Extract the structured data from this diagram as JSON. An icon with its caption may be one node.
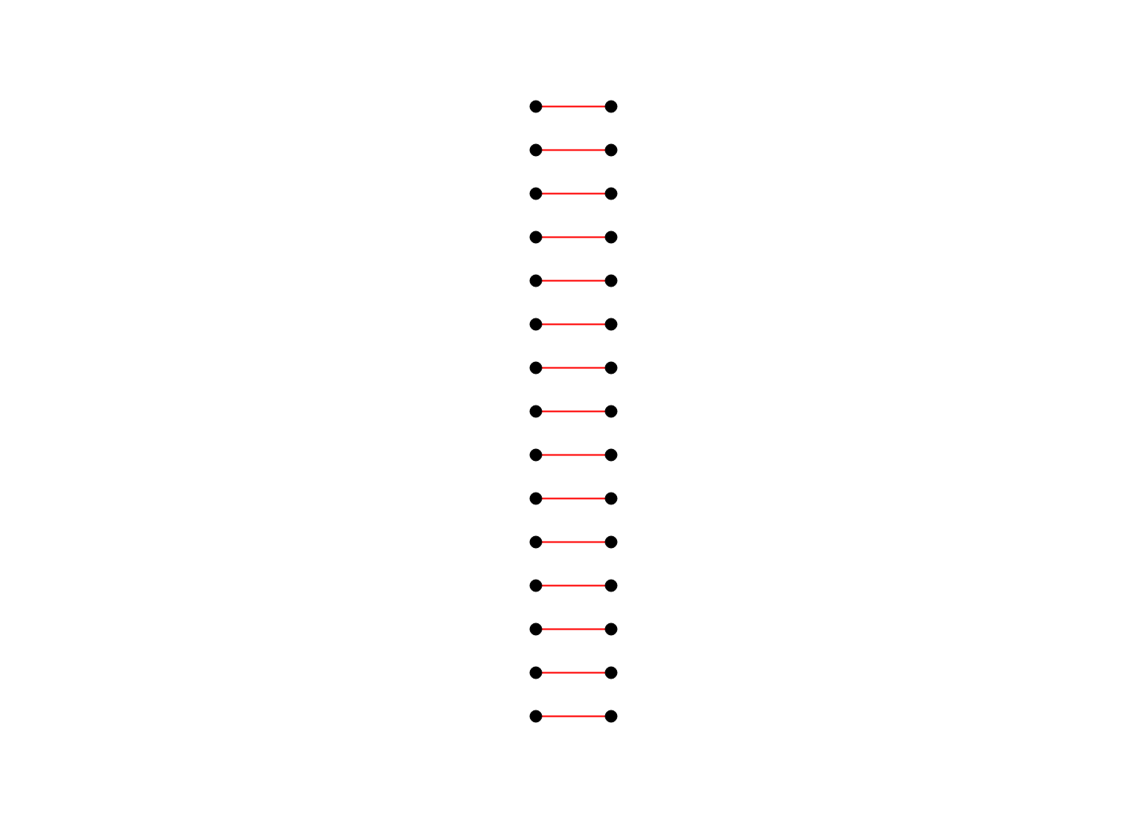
{
  "diagram": {
    "nodes": [
      {
        "text": [],
        "shape": "circle"
      },
      {
        "text": [],
        "shape": "circle"
      },
      {
        "text": [],
        "shape": "circle"
      },
      {
        "text": [],
        "shape": "circle"
      },
      {
        "text": [],
        "shape": "circle"
      },
      {
        "text": [],
        "shape": "circle"
      },
      {
        "text": [],
        "shape": "circle"
      },
      {
        "text": [],
        "shape": "circle"
      },
      {
        "text": [],
        "shape": "circle"
      },
      {
        "text": [],
        "shape": "circle"
      },
      {
        "text": [],
        "shape": "circle"
      },
      {
        "text": [],
        "shape": "circle"
      },
      {
        "text": [],
        "shape": "circle"
      },
      {
        "text": [],
        "shape": "circle"
      },
      {
        "text": [],
        "shape": "circle"
      },
      {
        "text": [],
        "shape": "circle"
      },
      {
        "text": [],
        "shape": "circle"
      },
      {
        "text": [],
        "shape": "circle"
      },
      {
        "text": [],
        "shape": "circle"
      },
      {
        "text": [],
        "shape": "circle"
      },
      {
        "text": [],
        "shape": "circle"
      },
      {
        "text": [],
        "shape": "circle"
      },
      {
        "text": [],
        "shape": "circle"
      },
      {
        "text": [],
        "shape": "circle"
      },
      {
        "text": [],
        "shape": "circle"
      },
      {
        "text": [],
        "shape": "circle"
      },
      {
        "text": [],
        "shape": "circle"
      },
      {
        "text": [],
        "shape": "circle"
      },
      {
        "text": [],
        "shape": "circle"
      },
      {
        "text": [],
        "shape": "circle"
      }
    ],
    "edges": [
      {
        "from": 0,
        "to": 1,
        "arrow": "none"
      },
      {
        "from": 4,
        "to": 5,
        "arrow": "none"
      },
      {
        "from": 6,
        "to": 3,
        "arrow": "none"
      },
      {
        "from": 11,
        "to": 8,
        "arrow": "none"
      },
      {
        "from": 10,
        "to": 18,
        "arrow": "none"
      },
      {
        "from": 16,
        "to": 19,
        "arrow": "none"
      },
      {
        "from": 12,
        "to": 2,
        "arrow": "none"
      },
      {
        "from": 7,
        "to": 14,
        "arrow": "none"
      },
      {
        "from": 9,
        "to": 17,
        "arrow": "none"
      },
      {
        "from": 21,
        "to": 20,
        "arrow": "none"
      },
      {
        "from": 15,
        "to": 27,
        "arrow": "none"
      },
      {
        "from": 22,
        "to": 23,
        "arrow": "none"
      },
      {
        "from": 24,
        "to": 29,
        "arrow": "none"
      },
      {
        "from": 25,
        "to": 28,
        "arrow": "none"
      },
      {
        "from": 26,
        "to": 13,
        "arrow": "none"
      }
    ]
  }
}
